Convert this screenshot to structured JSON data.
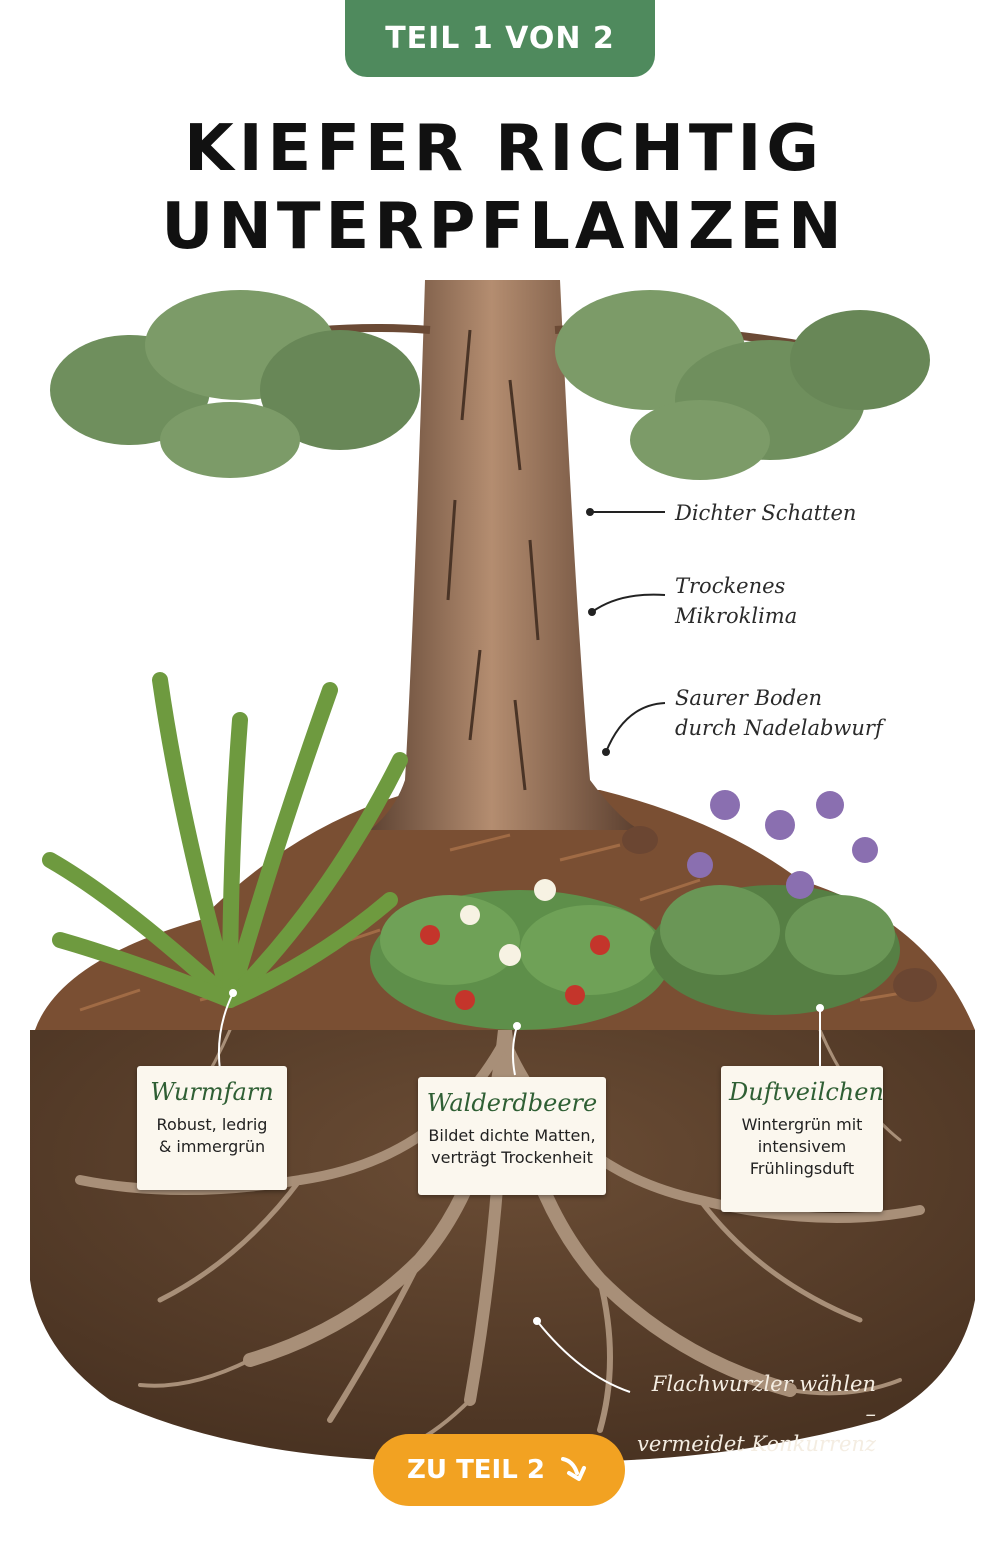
{
  "header": {
    "badge": "TEIL 1 VON 2",
    "title_line1": "KIEFER RICHTIG",
    "title_line2": "UNTERPFLANZEN"
  },
  "annotations": {
    "shade": "Dichter Schatten",
    "dry_line1": "Trockenes",
    "dry_line2": "Mikroklima",
    "soil_line1": "Saurer Boden",
    "soil_line2": "durch Nadelabwurf",
    "roots_line1": "Flachwurzler wählen –",
    "roots_line2": "vermeidet Konkurrenz"
  },
  "plants": [
    {
      "name": "Wurmfarn",
      "desc": "Robust, ledrig\n& immergrün"
    },
    {
      "name": "Walderdbeere",
      "desc": "Bildet dichte Matten,\nverträgt Trockenheit"
    },
    {
      "name": "Duftveilchen",
      "desc": "Wintergrün mit\nintensivem\nFrühlingsduft"
    }
  ],
  "footer": {
    "next_label": "ZU TEIL 2"
  },
  "icons": {
    "next": "arrow-down-right-icon"
  },
  "colors": {
    "badge_green": "#4f8a5d",
    "button_orange": "#f2a222",
    "card_title_green": "#2f5f34",
    "soil": "#5a3f2b",
    "needle_green": "#6f8f5d",
    "bark": "#8a6a52"
  }
}
